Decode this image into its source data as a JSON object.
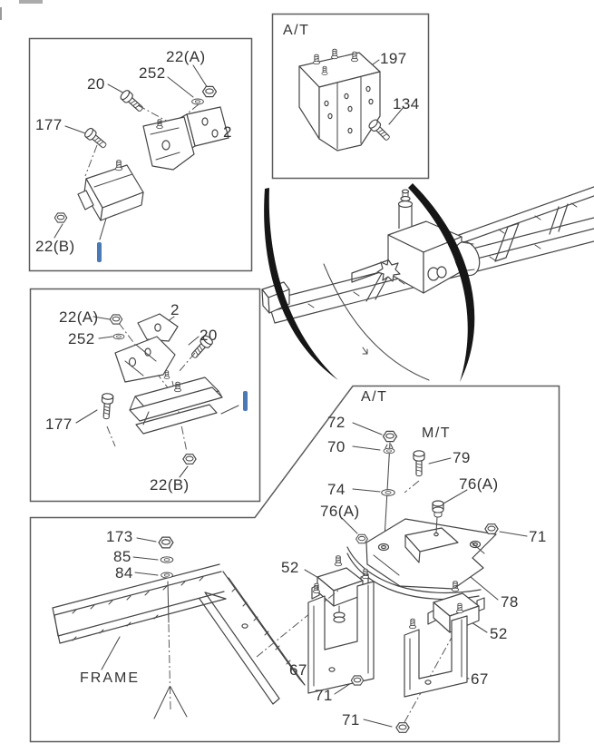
{
  "colors": {
    "background": "#ffffff",
    "line_art": "#454545",
    "panel_border": "#5c5c5c",
    "highlight_blue": "#4a7ab5"
  },
  "panels": {
    "mount_front_upper": {
      "callouts": {
        "c22a": "22(A)",
        "c252": "252",
        "c20": "20",
        "c177": "177",
        "c2": "2",
        "c22b": "22(B)"
      }
    },
    "bracket_at": {
      "title": "A/T",
      "callouts": {
        "c197": "197",
        "c134": "134"
      }
    },
    "mount_front_lower": {
      "callouts": {
        "c22a": "22(A)",
        "c252": "252",
        "c2": "2",
        "c20": "20",
        "c177": "177",
        "c22b": "22(B)"
      }
    },
    "mount_rear": {
      "title_at": "A/T",
      "title_mt": "M/T",
      "frame_label": "FRAME",
      "callouts": {
        "c72": "72",
        "c70": "70",
        "c79": "79",
        "c74": "74",
        "c76a_left": "76(A)",
        "c76a_right": "76(A)",
        "c71_right": "71",
        "c78": "78",
        "c52_right": "52",
        "c67_right": "67",
        "c52_left": "52",
        "c67_left": "67",
        "c71_mid": "71",
        "c71_bottom": "71",
        "c173": "173",
        "c85": "85",
        "c84": "84"
      }
    }
  }
}
